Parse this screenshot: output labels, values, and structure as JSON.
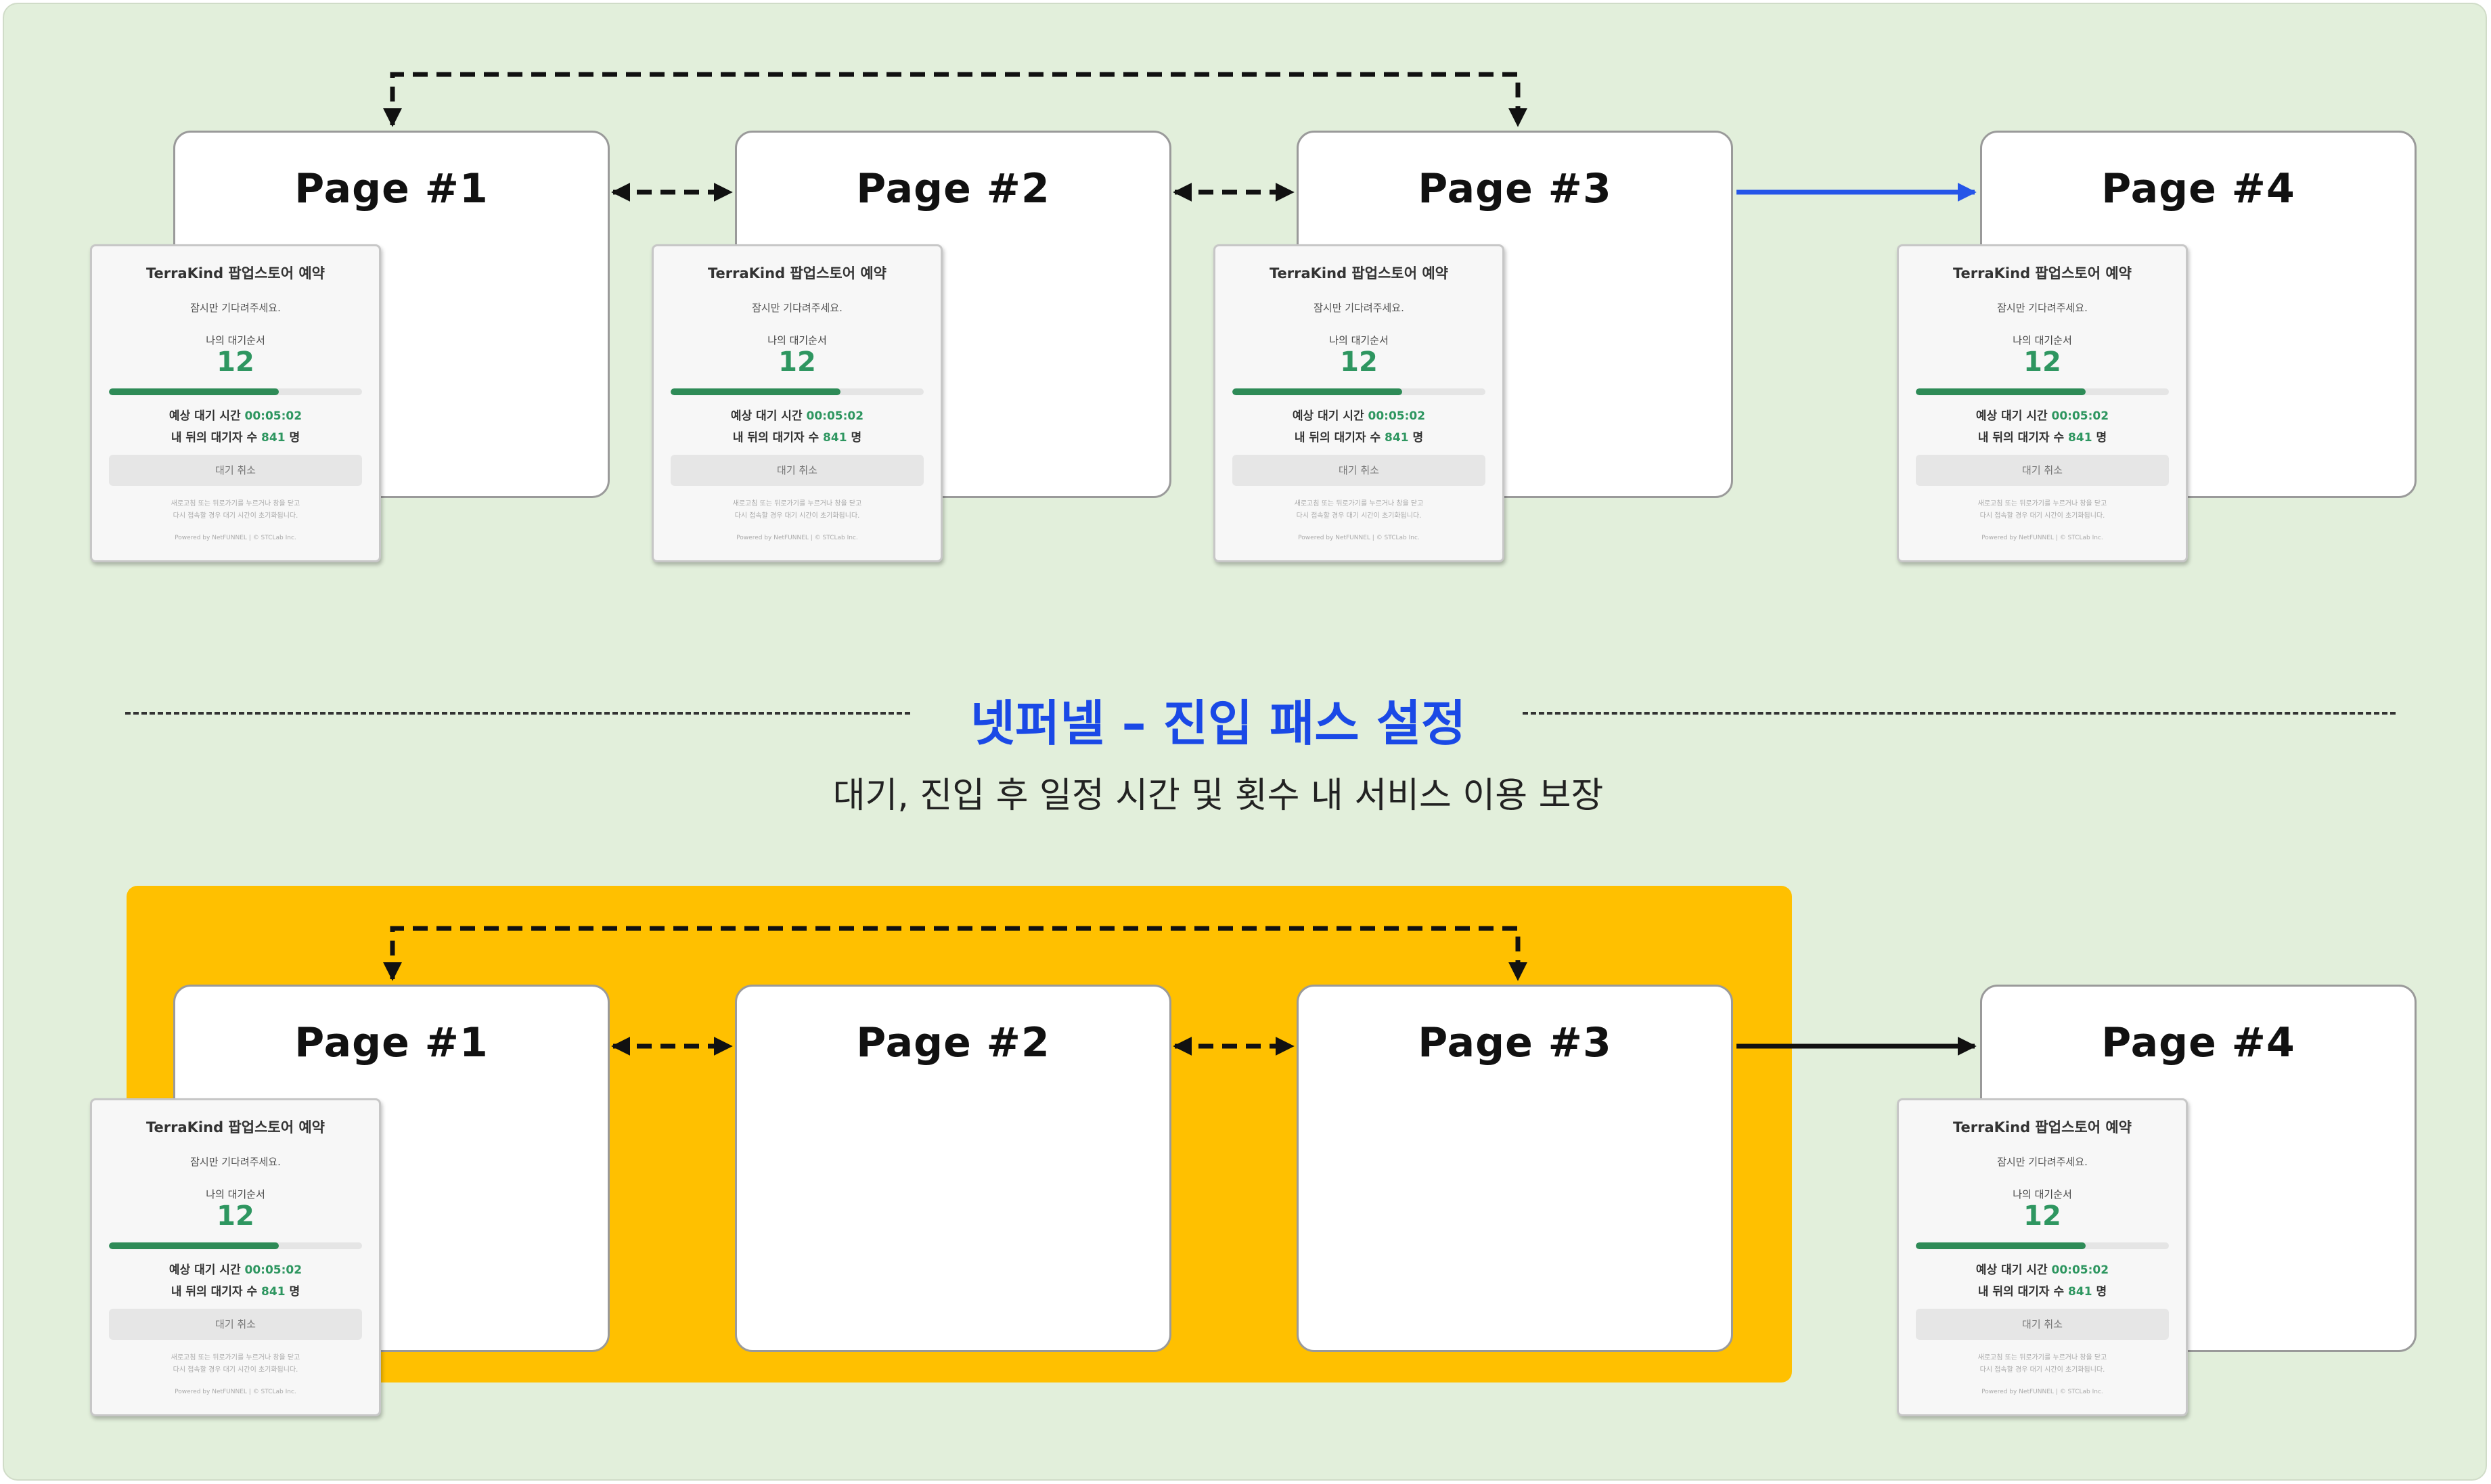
{
  "pages": {
    "page1": "Page #1",
    "page2": "Page #2",
    "page3": "Page #3",
    "page4": "Page #4"
  },
  "card": {
    "title": "TerraKind 팝업스토어 예약",
    "subtitle": "잠시만 기다려주세요.",
    "queue_label": "나의 대기순서",
    "queue_number": "12",
    "progress": 0.67,
    "wait_label": "예상 대기 시간",
    "wait_time": "00:05:02",
    "behind_label": "내 뒤의 대기자 수",
    "behind_count": "841",
    "behind_unit": "명",
    "cancel_button": "대기 취소",
    "note_line1": "새로고침 또는 뒤로가기를 누르거나 창을 닫고",
    "note_line2": "다시 접속할 경우 대기 시간이 초기화됩니다.",
    "footer": "Powered by NetFUNNEL | © STCLab Inc."
  },
  "section": {
    "heading": "넷퍼넬 – 진입 패스 설정",
    "subheading": "대기, 진입 후 일정 시간 및 횟수 내 서비스 이용 보장"
  },
  "colors": {
    "background": "#e2efdb",
    "highlight": "#ffc000",
    "accent_blue": "#1a49e6",
    "queue_green": "#2e9660"
  }
}
